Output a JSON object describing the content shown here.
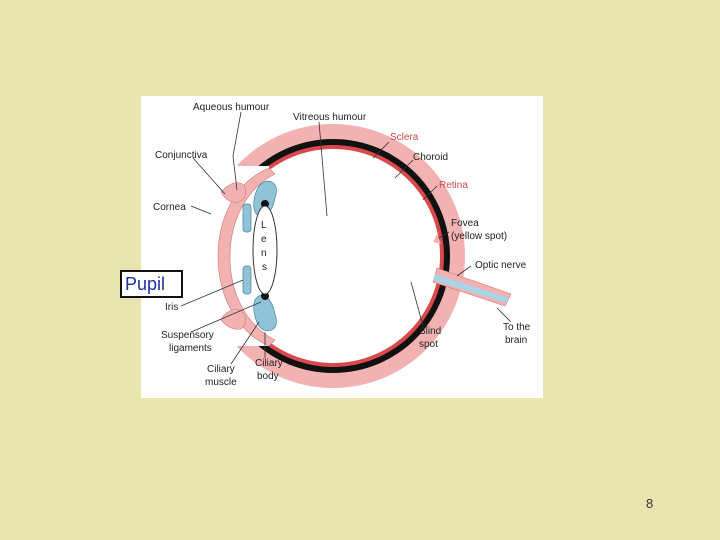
{
  "labels": {
    "aqueous_humour": "Aqueous humour",
    "vitreous_humour": "Vitreous humour",
    "sclera": "Sclera",
    "conjunctiva": "Conjunctiva",
    "choroid": "Choroid",
    "retina": "Retina",
    "cornea": "Cornea",
    "lens_letters": [
      "L",
      "e",
      "n",
      "s"
    ],
    "fovea_line1": "Fovea",
    "fovea_line2": "(yellow spot)",
    "optic_nerve": "Optic nerve",
    "iris": "Iris",
    "suspensory_line1": "Suspensory",
    "suspensory_line2": "ligaments",
    "ciliary_muscle_line1": "Ciliary",
    "ciliary_muscle_line2": "muscle",
    "ciliary_body_line1": "Ciliary",
    "ciliary_body_line2": "body",
    "blind_spot_line1": "Blind",
    "blind_spot_line2": "spot",
    "to_brain_line1": "To the",
    "to_brain_line2": "brain"
  },
  "callout": {
    "pupil": "Pupil"
  },
  "slide": {
    "page_number": "8"
  },
  "colors": {
    "background": "#e8e6ae",
    "sclera": "#f3b2b2",
    "choroid": "#111111",
    "retina_red": "#d9484a",
    "ciliary_blue": "#8fc4d8",
    "nerve_blue": "#a9d3e6",
    "callout_text": "#1f2fa0"
  }
}
